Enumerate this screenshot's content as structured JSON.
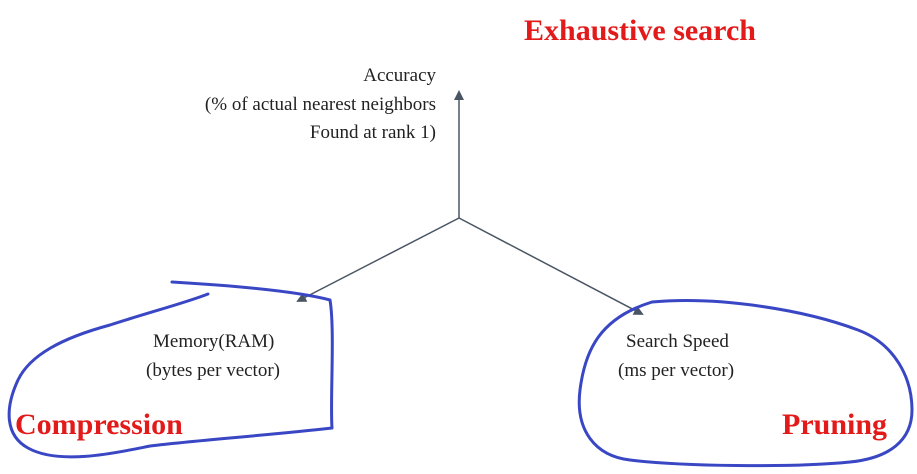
{
  "headline": {
    "text": "Exhaustive search",
    "color": "#e31a1a"
  },
  "axes": {
    "accuracy": {
      "line1": "Accuracy",
      "line2": "(% of actual nearest neighbors",
      "line3": "Found at rank 1)"
    },
    "memory": {
      "line1": "Memory(RAM)",
      "line2": "(bytes per vector)"
    },
    "speed": {
      "line1": "Search Speed",
      "line2": "(ms per vector)"
    }
  },
  "categories": {
    "compression": "Compression",
    "pruning": "Pruning"
  },
  "colors": {
    "axis": "#4a5563",
    "highlight": "#e31a1a",
    "annotation": "#3a47c4"
  }
}
